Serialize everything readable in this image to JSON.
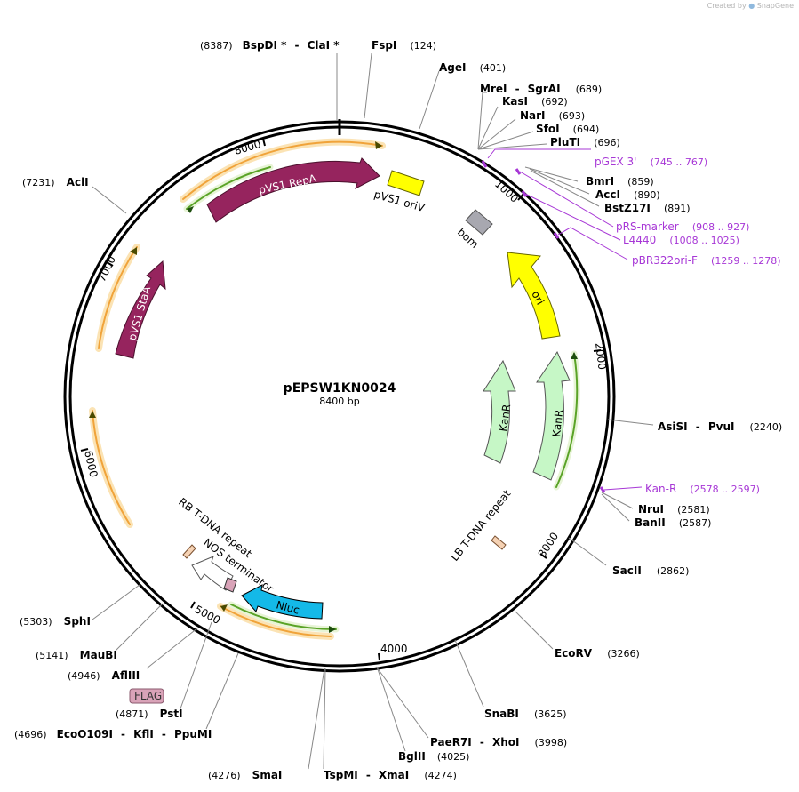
{
  "credit": {
    "prefix": "Created by",
    "brand": "SnapGene"
  },
  "plasmid": {
    "name": "pEPSW1KN0024",
    "length_label": "8400 bp"
  },
  "ruler": [
    "1000",
    "2000",
    "3000",
    "4000",
    "5000",
    "6000",
    "7000",
    "8000"
  ],
  "sites": [
    {
      "name": "BspDI *",
      "second": "ClaI *",
      "pos": "(8387)"
    },
    {
      "name": "FspI",
      "pos": "(124)"
    },
    {
      "name": "AgeI",
      "pos": "(401)"
    },
    {
      "name": "MreI",
      "second": "SgrAI",
      "pos": "(689)"
    },
    {
      "name": "KasI",
      "pos": "(692)"
    },
    {
      "name": "NarI",
      "pos": "(693)"
    },
    {
      "name": "SfoI",
      "pos": "(694)"
    },
    {
      "name": "PluTI",
      "pos": "(696)"
    },
    {
      "name": "BmrI",
      "pos": "(859)"
    },
    {
      "name": "AccI",
      "pos": "(890)"
    },
    {
      "name": "BstZ17I",
      "pos": "(891)"
    },
    {
      "name": "AsiSI",
      "second": "PvuI",
      "pos": "(2240)"
    },
    {
      "name": "NruI",
      "pos": "(2581)"
    },
    {
      "name": "BanII",
      "pos": "(2587)"
    },
    {
      "name": "SacII",
      "pos": "(2862)"
    },
    {
      "name": "EcoRV",
      "pos": "(3266)"
    },
    {
      "name": "SnaBI",
      "pos": "(3625)"
    },
    {
      "name": "PaeR7I",
      "second": "XhoI",
      "pos": "(3998)"
    },
    {
      "name": "BglII",
      "pos": "(4025)"
    },
    {
      "name": "TspMI",
      "second": "XmaI",
      "pos": "(4274)"
    },
    {
      "name": "SmaI",
      "pos": "(4276)"
    },
    {
      "name": "EcoO109I",
      "second": "KflI",
      "third": "PpuMI",
      "pos": "(4696)"
    },
    {
      "name": "PstI",
      "pos": "(4871)"
    },
    {
      "name": "AflIII",
      "pos": "(4946)"
    },
    {
      "name": "MauBI",
      "pos": "(5141)"
    },
    {
      "name": "SphI",
      "pos": "(5303)"
    },
    {
      "name": "AclI",
      "pos": "(7231)"
    }
  ],
  "primers": [
    {
      "name": "pGEX 3'",
      "range": "(745 .. 767)"
    },
    {
      "name": "pRS-marker",
      "range": "(908 .. 927)"
    },
    {
      "name": "L4440",
      "range": "(1008 .. 1025)"
    },
    {
      "name": "pBR322ori-F",
      "range": "(1259 .. 1278)"
    },
    {
      "name": "Kan-R",
      "range": "(2578 .. 2597)"
    }
  ],
  "features": [
    {
      "name": "pVS1 RepA",
      "color": "#96245e"
    },
    {
      "name": "pVS1 StaA",
      "color": "#96245e"
    },
    {
      "name": "pVS1 oriV",
      "color": "#ffff00"
    },
    {
      "name": "bom",
      "color": "#a8a8b0"
    },
    {
      "name": "ori",
      "color": "#ffff00"
    },
    {
      "name": "KanR",
      "color": "#c6f7c6"
    },
    {
      "name": "KanR",
      "color": "#c6f7c6"
    },
    {
      "name": "LB T-DNA repeat",
      "color": "#f5d2b4"
    },
    {
      "name": "Nluc",
      "color": "#14b9e8"
    },
    {
      "name": "NOS terminator",
      "color": "#ffffff"
    },
    {
      "name": "RB T-DNA repeat",
      "color": "#f5d2b4"
    },
    {
      "name": "FLAG",
      "color": "#d9a3b8"
    }
  ],
  "colors": {
    "primer": "#a737d6",
    "orf": "#f0a33a",
    "orf_inner": "#5aa327",
    "backbone": "#000000"
  }
}
